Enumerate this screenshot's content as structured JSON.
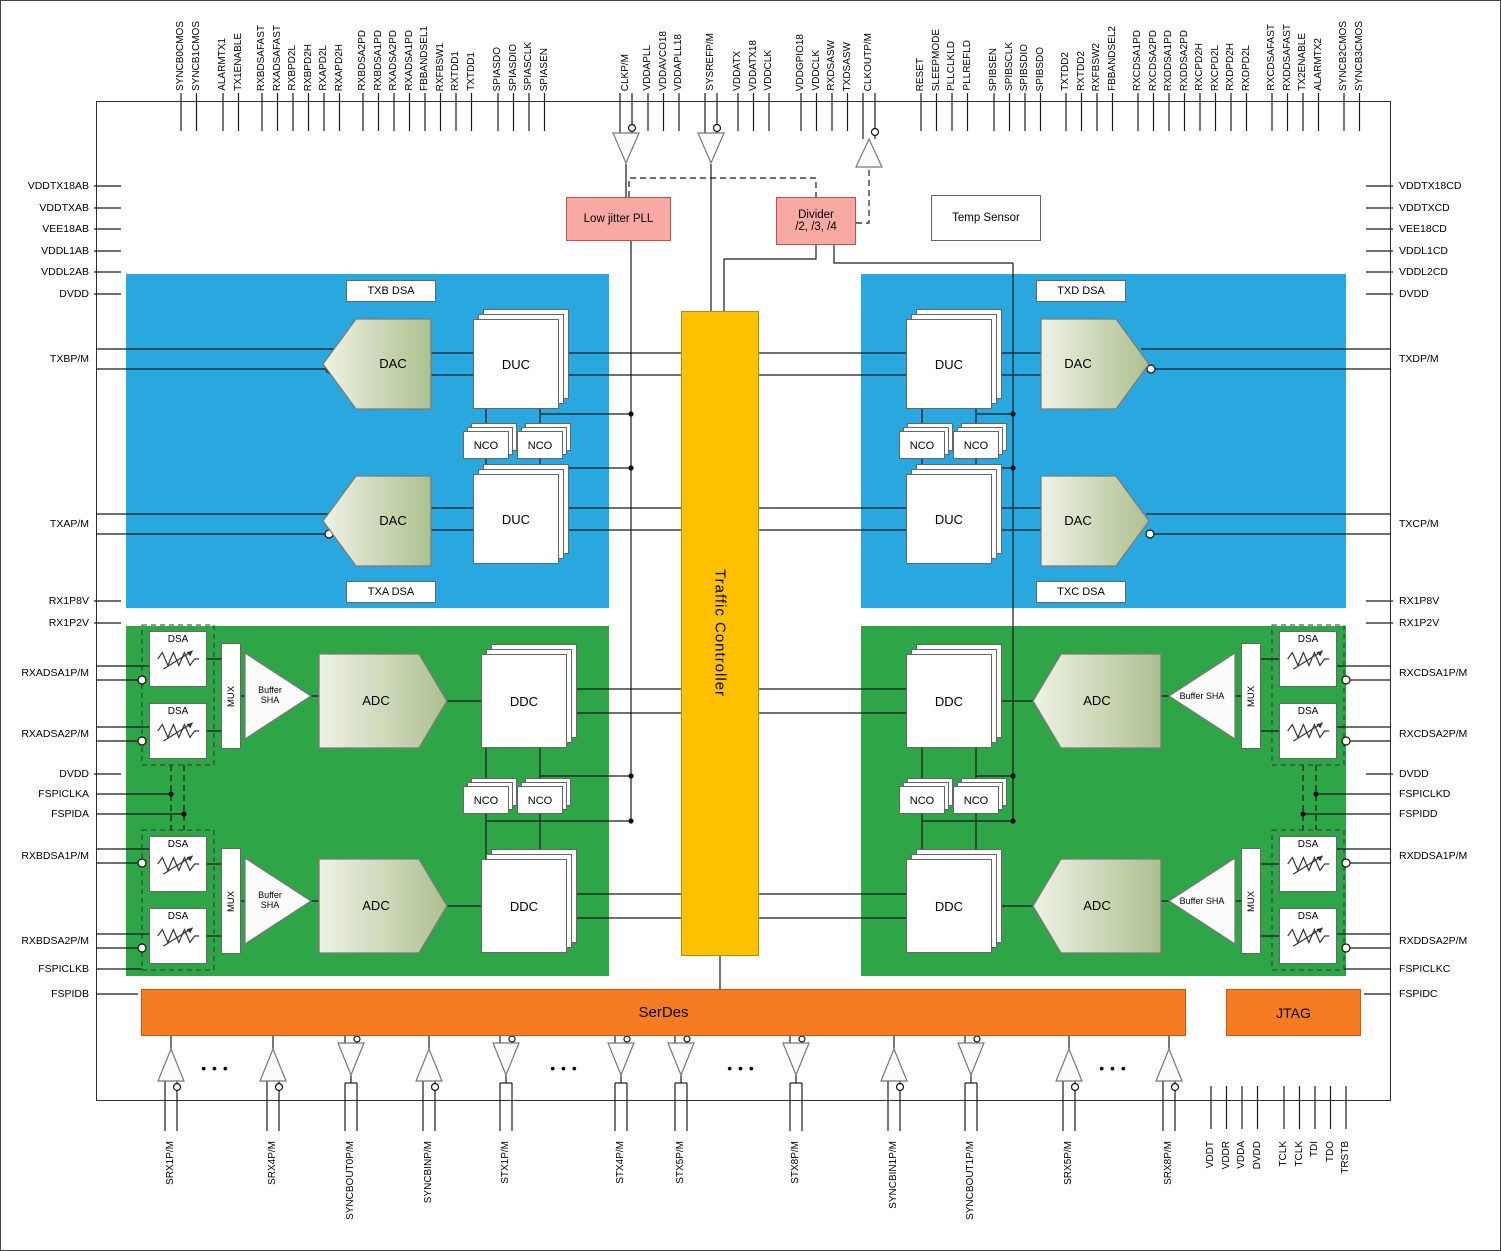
{
  "colors": {
    "tx_region": "#29A8DF",
    "rx_region": "#2EA546",
    "traffic_controller": "#FFC000",
    "serdes_orange": "#F57C20",
    "pll_pink": "#F8A9A4"
  },
  "blocks": {
    "pll": "Low jitter PLL",
    "divider_line1": "Divider",
    "divider_line2": "/2, /3, /4",
    "temp_sensor": "Temp Sensor",
    "traffic_controller": "Traffic Controller",
    "serdes": "SerDes",
    "jtag": "JTAG",
    "dac": "DAC",
    "duc": "DUC",
    "adc": "ADC",
    "ddc": "DDC",
    "nco": "NCO",
    "dsa": "DSA",
    "mux": "MUX",
    "buffer_sha": "Buffer SHA",
    "txb_dsa": "TXB DSA",
    "txa_dsa": "TXA DSA",
    "txd_dsa": "TXD DSA",
    "txc_dsa": "TXC DSA",
    "ellipsis": "• • •"
  },
  "pins": {
    "top": [
      [
        "SYNCB0CMOS",
        "SYNCB1CMOS"
      ],
      [
        "ALARMTX1",
        "TX1ENABLE"
      ],
      [
        "RXBDSAFAST",
        "RXADSAFAST",
        "RXBPD2L",
        "RXBPD2H",
        "RXAPD2L",
        "RXAPD2H"
      ],
      [
        "RXBDSA2PD",
        "RXBDSA1PD",
        "RXADSA2PD",
        "RXADSA1PD",
        "FBBANDSEL1",
        "RXFBSW1",
        "RXTDD1",
        "TXTDD1"
      ],
      [
        "SPIASDO",
        "SPIASDIO",
        "SPIASCLK",
        "SPIASEN"
      ],
      [
        "CLKP/M"
      ],
      [
        "VDDAPLL",
        "VDDAVCO18",
        "VDDAPLL18"
      ],
      [
        "SYSREFP/M"
      ],
      [
        "VDDATX",
        "VDDATX18",
        "VDDCLK"
      ],
      [
        "VDDGPIO18",
        "VDDCLK",
        "RXDSASW",
        "TXDSASW"
      ],
      [
        "CLKOUTP/M"
      ],
      [
        "RESET",
        "SLEEPMODE",
        "PLLCLKLD",
        "PLLREFLD"
      ],
      [
        "SPIBSEN",
        "SPIBSCLK",
        "SPIBSDIO",
        "SPIBSDO"
      ],
      [
        "TXTDD2",
        "RXTDD2",
        "RXFBSW2",
        "FBBANDSEL2"
      ],
      [
        "RXCDSA1PD",
        "RXCDSA2PD",
        "RXDDSA1PD",
        "RXDDSA2PD",
        "RXCPD2H",
        "RXCPD2L",
        "RXDPD2H",
        "RXDPD2L"
      ],
      [
        "RXCDSAFAST",
        "RXDDSAFAST",
        "TX2ENABLE",
        "ALARMTX2"
      ],
      [
        "SYNCB2CMOS",
        "SYNCB3CMOS"
      ]
    ],
    "left": [
      "VDDTX18AB",
      "VDDTXAB",
      "VEE18AB",
      "VDDL1AB",
      "VDDL2AB",
      "DVDD",
      "TXBP/M",
      "TXAP/M",
      "RX1P8V",
      "RX1P2V",
      "RXADSA1P/M",
      "RXADSA2P/M",
      "DVDD",
      "FSPICLKA",
      "FSPIDA",
      "RXBDSA1P/M",
      "RXBDSA2P/M",
      "FSPICLKB",
      "FSPIDB"
    ],
    "right": [
      "VDDTX18CD",
      "VDDTXCD",
      "VEE18CD",
      "VDDL1CD",
      "VDDL2CD",
      "DVDD",
      "TXDP/M",
      "TXCP/M",
      "RX1P8V",
      "RX1P2V",
      "RXCDSA1P/M",
      "RXCDSA2P/M",
      "DVDD",
      "FSPICLKD",
      "FSPIDD",
      "RXDDSA1P/M",
      "RXDDSA2P/M",
      "FSPICLKC",
      "FSPIDC"
    ],
    "bottom": [
      "SRX1P/M",
      "SRX4P/M",
      "SYNCBOUT0P/M",
      "SYNCBINP/M",
      "STX1P/M",
      "STX4P/M",
      "STX5P/M",
      "STX8P/M",
      "SYNCBIN1P/M",
      "SYNCBOUT1P/M",
      "SRX5P/M",
      "SRX8P/M"
    ],
    "bottom_right": [
      [
        "VDDT",
        "VDDR",
        "VDDA",
        "DVDD"
      ],
      [
        "TCLK",
        "TCLK",
        "TDI",
        "TDO",
        "TRSTB"
      ]
    ]
  }
}
